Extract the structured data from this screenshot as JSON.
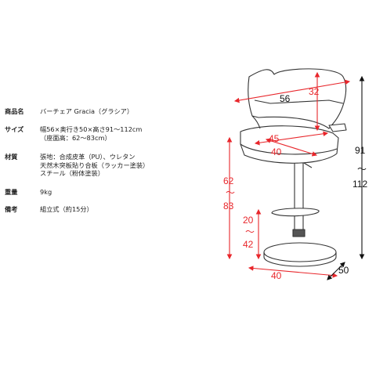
{
  "specs": [
    {
      "label": "商品名",
      "lines": [
        "バーチェア Gracia（グラシア）"
      ]
    },
    {
      "label": "サイズ",
      "lines": [
        "幅56×奥行き50×高さ91～112cm",
        "（座面高：62～83cm）"
      ]
    },
    {
      "label": "材質",
      "lines": [
        "張地：合成皮革（PU）、ウレタン",
        "天然木突板貼り合板（ラッカー塗装）",
        "スチール（粉体塗装）"
      ]
    },
    {
      "label": "重量",
      "lines": [
        "9kg"
      ]
    },
    {
      "label": "備考",
      "lines": [
        "組立式（約15分）"
      ]
    }
  ],
  "dimensions": {
    "width": "56",
    "back_height": "32",
    "seat_width": "45",
    "seat_depth": "40",
    "total_height_min": "91",
    "total_height_sep": "～",
    "total_height_max": "112",
    "seat_height_min": "62",
    "seat_height_sep": "～",
    "seat_height_max": "83",
    "footrest_min": "20",
    "footrest_sep": "～",
    "footrest_max": "42",
    "base_width": "40",
    "base_depth": "50"
  },
  "colors": {
    "dimension": "#e8262b",
    "outline": "#333333"
  }
}
